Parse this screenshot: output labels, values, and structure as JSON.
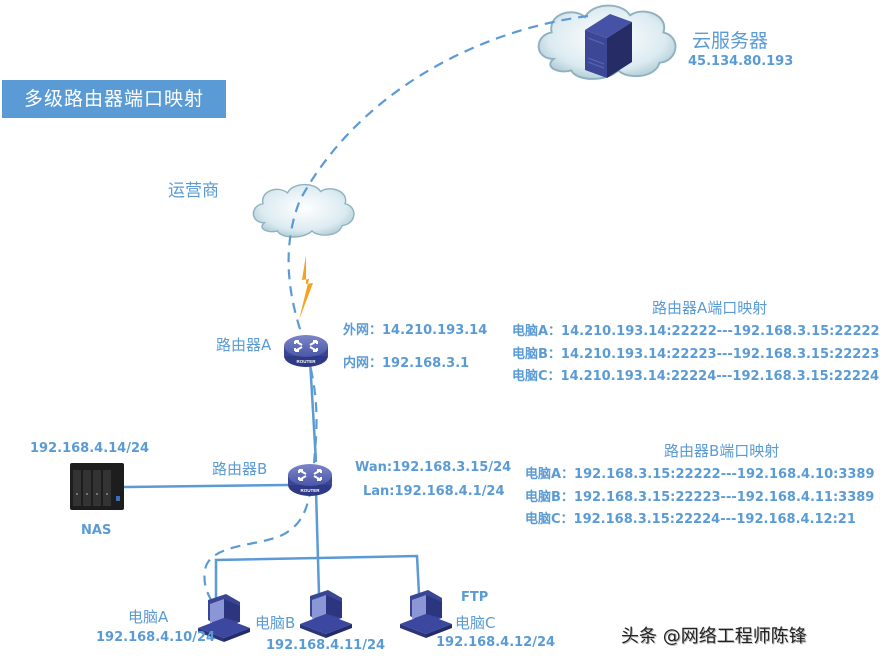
{
  "title": "多级路由器端口映射",
  "cloud_server": {
    "label": "云服务器",
    "ip": "45.134.80.193"
  },
  "isp": {
    "label": "运营商"
  },
  "router_a": {
    "label": "路由器A",
    "wan": "外网：14.210.193.14",
    "lan": "内网：192.168.3.1",
    "device_text": "ROUTER"
  },
  "router_b": {
    "label": "路由器B",
    "wan": "Wan:192.168.3.15/24",
    "lan": "Lan:192.168.4.1/24",
    "device_text": "ROUTER"
  },
  "nas": {
    "label": "NAS",
    "ip": "192.168.4.14/24"
  },
  "pcs": [
    {
      "label": "电脑A",
      "ip": "192.168.4.10/24",
      "tag": ""
    },
    {
      "label": "电脑B",
      "ip": "192.168.4.11/24",
      "tag": ""
    },
    {
      "label": "电脑C",
      "ip": "192.168.4.12/24",
      "tag": "FTP"
    }
  ],
  "mapping_a": {
    "title": "路由器A端口映射",
    "rows": [
      "电脑A：14.210.193.14:22222---192.168.3.15:22222",
      "电脑B：14.210.193.14:22223---192.168.3.15:22223",
      "电脑C：14.210.193.14:22224---192.168.3.15:22224"
    ]
  },
  "mapping_b": {
    "title": "路由器B端口映射",
    "rows": [
      "电脑A：192.168.3.15:22222---192.168.4.10:3389",
      "电脑B：192.168.3.15:22223---192.168.4.11:3389",
      "电脑C：192.168.3.15:22224---192.168.4.12:21"
    ]
  },
  "watermark": "头条 @网络工程师陈锋",
  "colors": {
    "accent": "#5b9bd5",
    "link": "#5b9bd5",
    "lightning": "#f7a21b",
    "device": "#3b4a9c",
    "cloud_fill": "#e3eef3"
  }
}
